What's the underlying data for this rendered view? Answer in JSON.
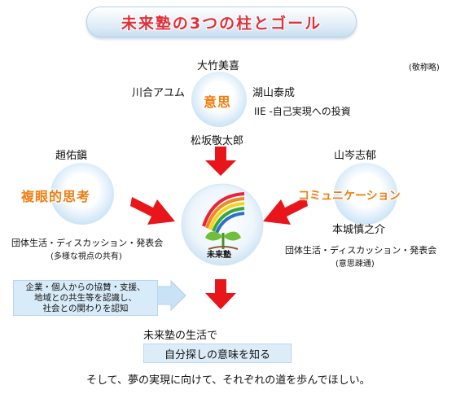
{
  "title": "未来塾の3つの柱とゴール",
  "honorific_note": "(敬称略)",
  "pillars": {
    "top": {
      "label": "意思",
      "names": [
        "大竹美喜",
        "川合アユム",
        "湖山泰成",
        "松坂敬太郎"
      ],
      "note": "IIE -自己実現への投資"
    },
    "left": {
      "label": "複眼的思考",
      "name": "趙佑鎭",
      "activity": "団体生活・ディスカッション・発表会",
      "sub": "(多様な視点の共有)"
    },
    "right": {
      "label": "コミュニケーション",
      "names": [
        "山岑志郁",
        "本城慎之介"
      ],
      "activity": "団体生活・ディスカッション・発表会",
      "sub": "(意思疎通)"
    }
  },
  "center_logo_text": "未来塾",
  "support_box": {
    "lines": [
      "企業・個人からの協賛・支援、",
      "地域との共生等を認識し、",
      "社会との関わりを認知"
    ]
  },
  "goal": {
    "life_text": "未来塾の生活で",
    "meaning_text": "自分探しの意味を知る",
    "closing_text": "そして、夢の実現に向けて、それぞれの道を歩んでほしい。"
  },
  "colors": {
    "arrow": "#e8161b",
    "title_text": "#e0303a",
    "pillar_text": "#f07d10",
    "box_fill": "#d8ebf8"
  }
}
